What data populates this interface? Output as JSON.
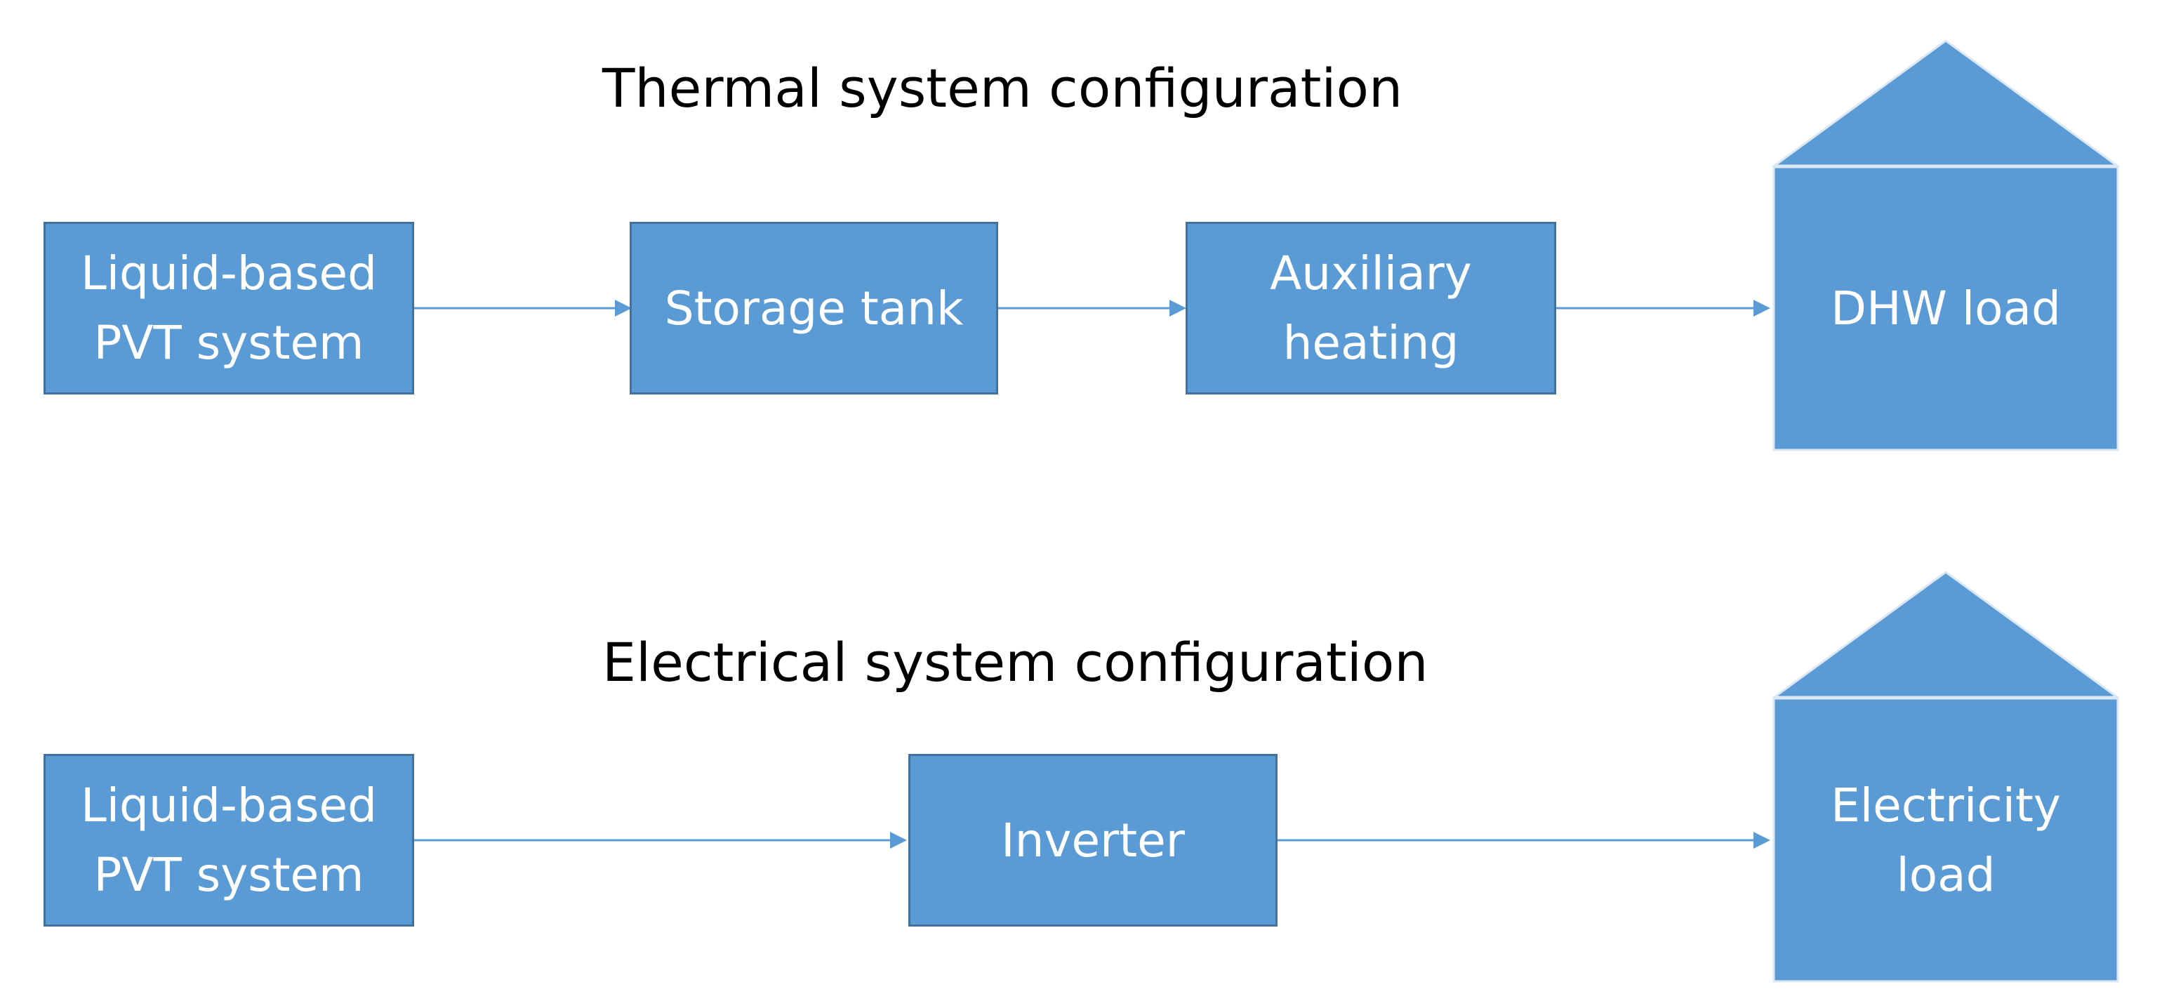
{
  "thermal": {
    "title": "Thermal system configuration",
    "pvt": [
      "Liquid-based",
      "PVT system"
    ],
    "storage": "Storage tank",
    "auxiliary": [
      "Auxiliary",
      "heating"
    ],
    "load": "DHW load"
  },
  "electrical": {
    "title": "Electrical system configuration",
    "pvt": [
      "Liquid-based",
      "PVT system"
    ],
    "inverter": "Inverter",
    "load": [
      "Electricity",
      "load"
    ]
  },
  "colors": {
    "box_fill": "#5b9bd5",
    "box_border": "#41719c",
    "arrow": "#5b9bd5",
    "text_on_box": "#ffffff"
  }
}
